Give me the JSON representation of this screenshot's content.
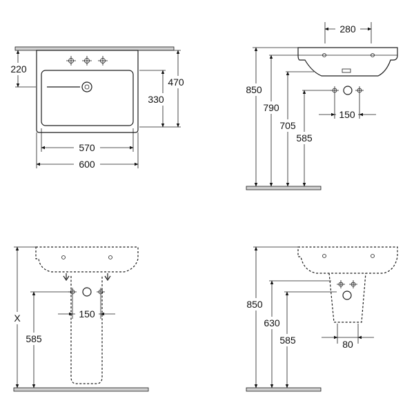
{
  "views": {
    "top": {
      "dims": {
        "tap_hole_depth": "220",
        "bowl_depth": "330",
        "total_depth": "470",
        "bowl_width": "570",
        "total_width": "600"
      }
    },
    "side": {
      "dims": {
        "top_rim_depth": "280",
        "rim_height": "850",
        "overflow_height": "790",
        "waste_height": "705",
        "supply_height": "585",
        "supply_spacing": "150"
      }
    },
    "front_pedestal": {
      "dims": {
        "rim_height_variable": "X",
        "supply_height": "585",
        "supply_spacing": "150"
      }
    },
    "side_pedestal": {
      "dims": {
        "rim_height": "850",
        "pedestal_top": "630",
        "supply_height": "585",
        "pedestal_width": "80"
      }
    }
  }
}
